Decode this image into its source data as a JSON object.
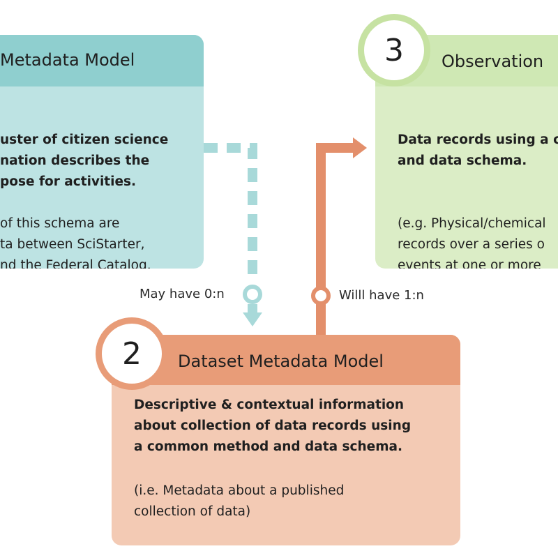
{
  "box1": {
    "title": "Metadata Model",
    "lines_bold": [
      "uster of citizen science",
      "nation describes the",
      "pose for activities."
    ],
    "lines": [
      "of this schema are",
      "ta between SciStarter,",
      "nd the Federal Catalog."
    ]
  },
  "box2": {
    "number": "2",
    "title": "Dataset Metadata Model",
    "lines_bold": [
      "Descriptive & contextual information",
      "about collection of data records using",
      "a common method and data schema."
    ],
    "lines": [
      "(i.e. Metadata about a published",
      "collection of data)"
    ]
  },
  "box3": {
    "number": "3",
    "title": "Observation",
    "lines_bold": [
      "Data records using a c",
      "and data schema."
    ],
    "lines": [
      "(e.g. Physical/chemical",
      "records over a series o",
      "events at one or more"
    ]
  },
  "connectors": {
    "left_label": "May have 0:n",
    "right_label": "Willl have 1:n"
  },
  "colors": {
    "teal_header": "#8fcfcf",
    "teal_body": "#bde3e3",
    "teal_dash": "#a8d9d9",
    "orange_header": "#e89c78",
    "orange_body": "#f3cab4",
    "orange_line": "#e38f6b",
    "green_header": "#cfe8b4",
    "green_body": "#dbedc6",
    "green_ring": "#c6e2a2"
  }
}
